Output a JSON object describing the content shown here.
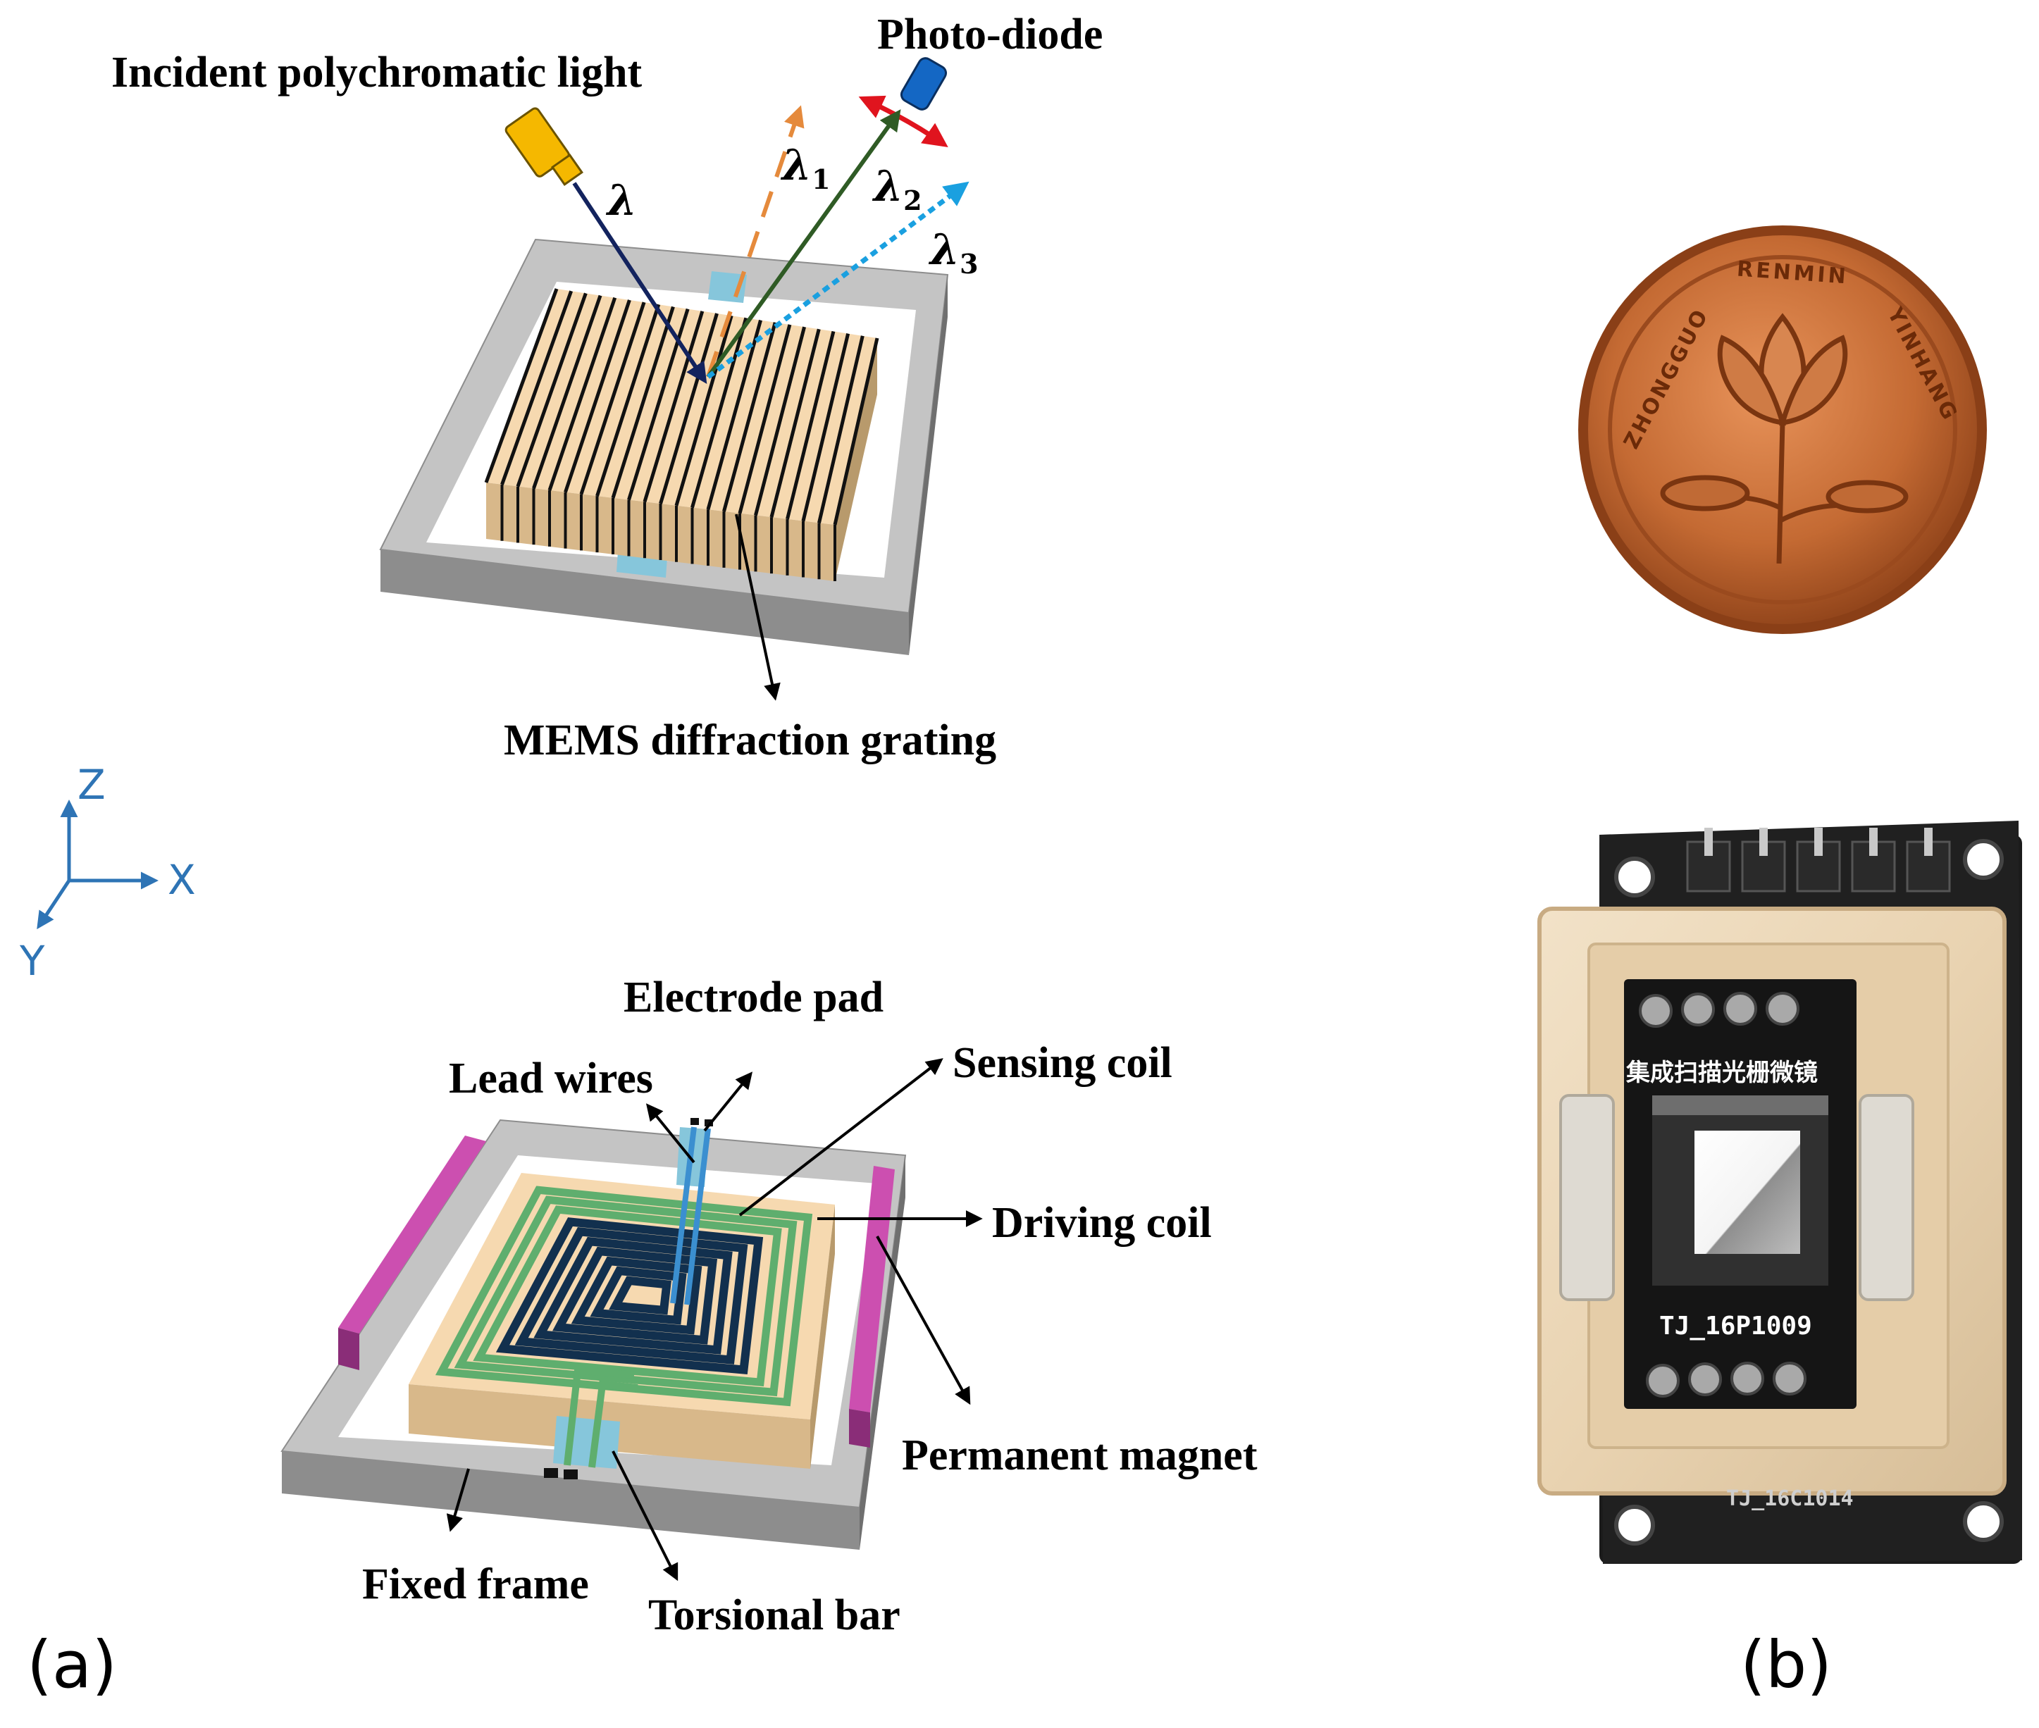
{
  "labels": {
    "incident": "Incident polychromatic light",
    "photodiode": "Photo-diode",
    "grating": "MEMS diffraction grating",
    "electrode": "Electrode pad",
    "lead": "Lead wires",
    "sensing": "Sensing coil",
    "driving": "Driving coil",
    "magnet": "Permanent magnet",
    "frame": "Fixed frame",
    "torsion": "Torsional bar"
  },
  "wavelengths": {
    "lambda": "λ",
    "l1_sym": "λ",
    "l1_sub": "1",
    "l2_sym": "λ",
    "l2_sub": "2",
    "l3_sym": "λ",
    "l3_sub": "3"
  },
  "axes": {
    "z": "Z",
    "x": "X",
    "y": "Y"
  },
  "panels": {
    "a": "(a)",
    "b": "(b)"
  },
  "photo": {
    "coin_top": "RENMIN",
    "coin_left": "ZHONGGUO",
    "coin_right": "YINHANG",
    "chip_cn": "集成扫描光栅微镜",
    "chip_id": "TJ_16P1009",
    "board_id": "TJ_16C1014"
  },
  "colors": {
    "incident_ray": "#13235e",
    "ray1": "#e58a3c",
    "ray2": "#2f5b25",
    "ray3": "#1aa0e0",
    "arc": "#e0141e",
    "magnet": "#cc4fb0",
    "coil_drive": "#5fae6e",
    "coil_sense": "#12304e",
    "axis": "#2e74b5"
  }
}
